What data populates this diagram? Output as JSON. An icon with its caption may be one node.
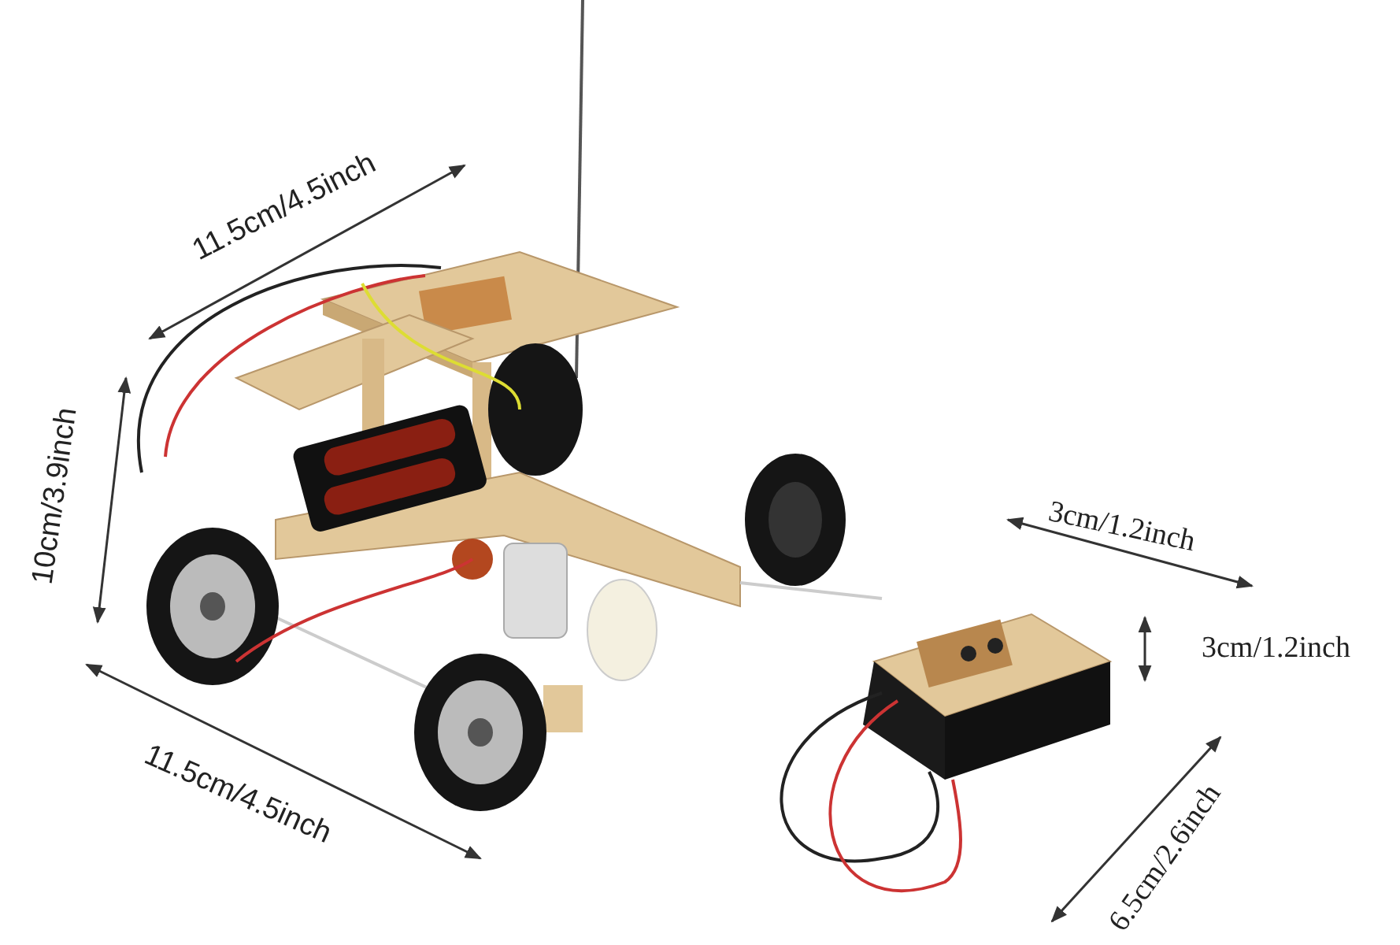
{
  "diagram": {
    "labels": [
      "11.5cm/4.5inch",
      "10cm/3.9inch",
      "11.5cm/4.5inch",
      "3cm/1.2inch",
      "3cm/1.2inch",
      "6.5cm/2.6inch"
    ]
  }
}
